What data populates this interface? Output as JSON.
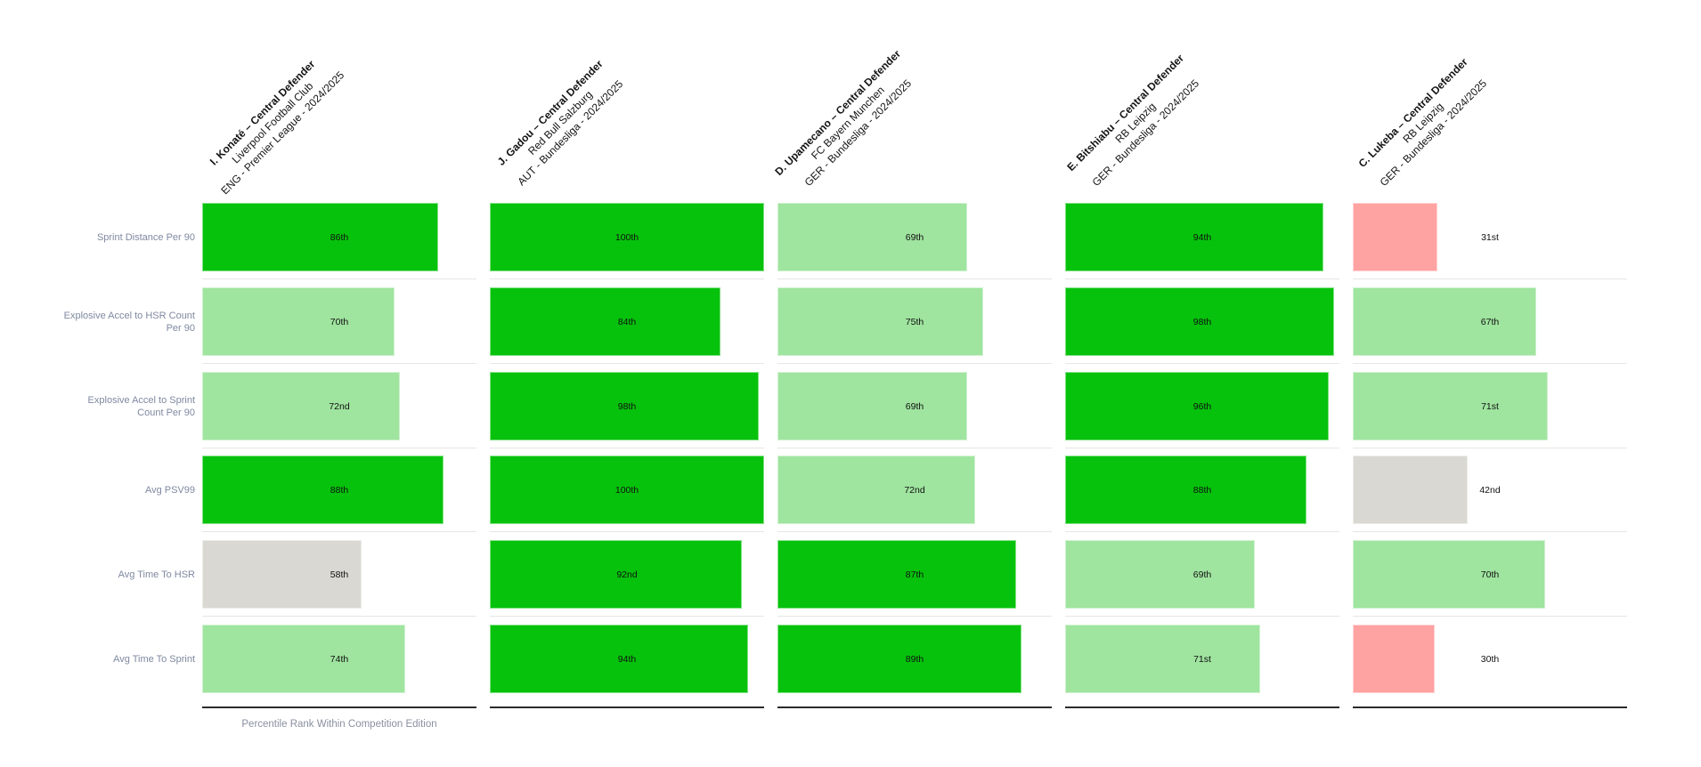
{
  "footer": "Percentile Rank Within Competition Edition",
  "colors": {
    "bright": "#06c20c",
    "light": "#9fe49f",
    "gray": "#d9d8d2",
    "poor": "#ffa2a2"
  },
  "metrics": [
    "Sprint Distance Per 90",
    "Explosive Accel to HSR Count\nPer 90",
    "Explosive Accel to Sprint\nCount Per 90",
    "Avg PSV99",
    "Avg Time To HSR",
    "Avg Time To Sprint"
  ],
  "players": [
    {
      "name": "I. Konaté – Central Defender",
      "club": "Liverpool Football Club",
      "competition": "ENG - Premier League - 2024/2025",
      "values": [
        86,
        70,
        72,
        88,
        58,
        74
      ],
      "labels": [
        "86th",
        "70th",
        "72nd",
        "88th",
        "58th",
        "74th"
      ],
      "band": [
        "bright",
        "light",
        "light",
        "bright",
        "gray",
        "light"
      ]
    },
    {
      "name": "J. Gadou – Central Defender",
      "club": "Red Bull Salzburg",
      "competition": "AUT - Bundesliga - 2024/2025",
      "values": [
        100,
        84,
        98,
        100,
        92,
        94
      ],
      "labels": [
        "100th",
        "84th",
        "98th",
        "100th",
        "92nd",
        "94th"
      ],
      "band": [
        "bright",
        "bright",
        "bright",
        "bright",
        "bright",
        "bright"
      ]
    },
    {
      "name": "D. Upamecano – Central Defender",
      "club": "FC Bayern Munchen",
      "competition": "GER - Bundesliga - 2024/2025",
      "values": [
        69,
        75,
        69,
        72,
        87,
        89
      ],
      "labels": [
        "69th",
        "75th",
        "69th",
        "72nd",
        "87th",
        "89th"
      ],
      "band": [
        "light",
        "light",
        "light",
        "light",
        "bright",
        "bright"
      ]
    },
    {
      "name": "E. Bitshiabu – Central Defender",
      "club": "RB Leipzig",
      "competition": "GER - Bundesliga - 2024/2025",
      "values": [
        94,
        98,
        96,
        88,
        69,
        71
      ],
      "labels": [
        "94th",
        "98th",
        "96th",
        "88th",
        "69th",
        "71st"
      ],
      "band": [
        "bright",
        "bright",
        "bright",
        "bright",
        "light",
        "light"
      ]
    },
    {
      "name": "C. Lukeba – Central Defender",
      "club": "RB Leipzig",
      "competition": "GER - Bundesliga - 2024/2025",
      "values": [
        31,
        67,
        71,
        42,
        70,
        30
      ],
      "labels": [
        "31st",
        "67th",
        "71st",
        "42nd",
        "70th",
        "30th"
      ],
      "band": [
        "poor",
        "light",
        "light",
        "gray",
        "light",
        "poor"
      ]
    }
  ],
  "chart_data": {
    "type": "bar",
    "orientation": "horizontal",
    "title": "",
    "xlabel": "Percentile Rank Within Competition Edition",
    "ylabel": "",
    "xlim": [
      0,
      100
    ],
    "grid": false,
    "categories": [
      "Sprint Distance Per 90",
      "Explosive Accel to HSR Count Per 90",
      "Explosive Accel to Sprint Count Per 90",
      "Avg PSV99",
      "Avg Time To HSR",
      "Avg Time To Sprint"
    ],
    "series": [
      {
        "name": "I. Konaté – Central Defender (Liverpool Football Club, ENG - Premier League - 2024/2025)",
        "values": [
          86,
          70,
          72,
          88,
          58,
          74
        ]
      },
      {
        "name": "J. Gadou – Central Defender (Red Bull Salzburg, AUT - Bundesliga - 2024/2025)",
        "values": [
          100,
          84,
          98,
          100,
          92,
          94
        ]
      },
      {
        "name": "D. Upamecano – Central Defender (FC Bayern Munchen, GER - Bundesliga - 2024/2025)",
        "values": [
          69,
          75,
          69,
          72,
          87,
          89
        ]
      },
      {
        "name": "E. Bitshiabu – Central Defender (RB Leipzig, GER - Bundesliga - 2024/2025)",
        "values": [
          94,
          98,
          96,
          88,
          69,
          71
        ]
      },
      {
        "name": "C. Lukeba – Central Defender (RB Leipzig, GER - Bundesliga - 2024/2025)",
        "values": [
          31,
          67,
          71,
          42,
          70,
          30
        ]
      }
    ]
  }
}
